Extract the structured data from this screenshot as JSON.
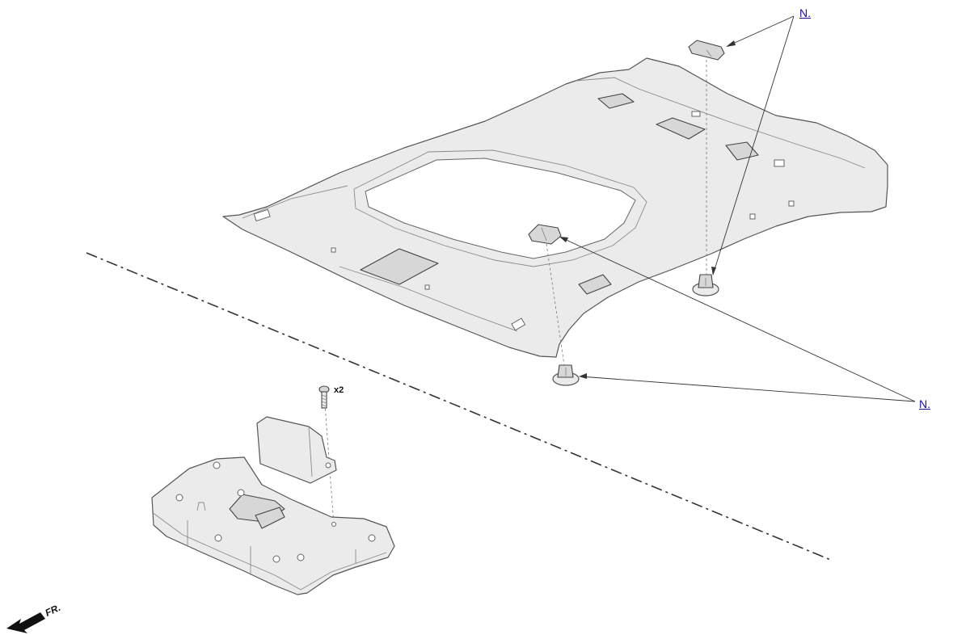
{
  "callouts": {
    "top_link": "N.",
    "right_link": "N."
  },
  "screw": {
    "quantity": "x2"
  },
  "direction": {
    "front_label": "FR."
  },
  "colors": {
    "link": "#1a0dab",
    "line": "#333333",
    "part_fill": "#ebebeb"
  }
}
